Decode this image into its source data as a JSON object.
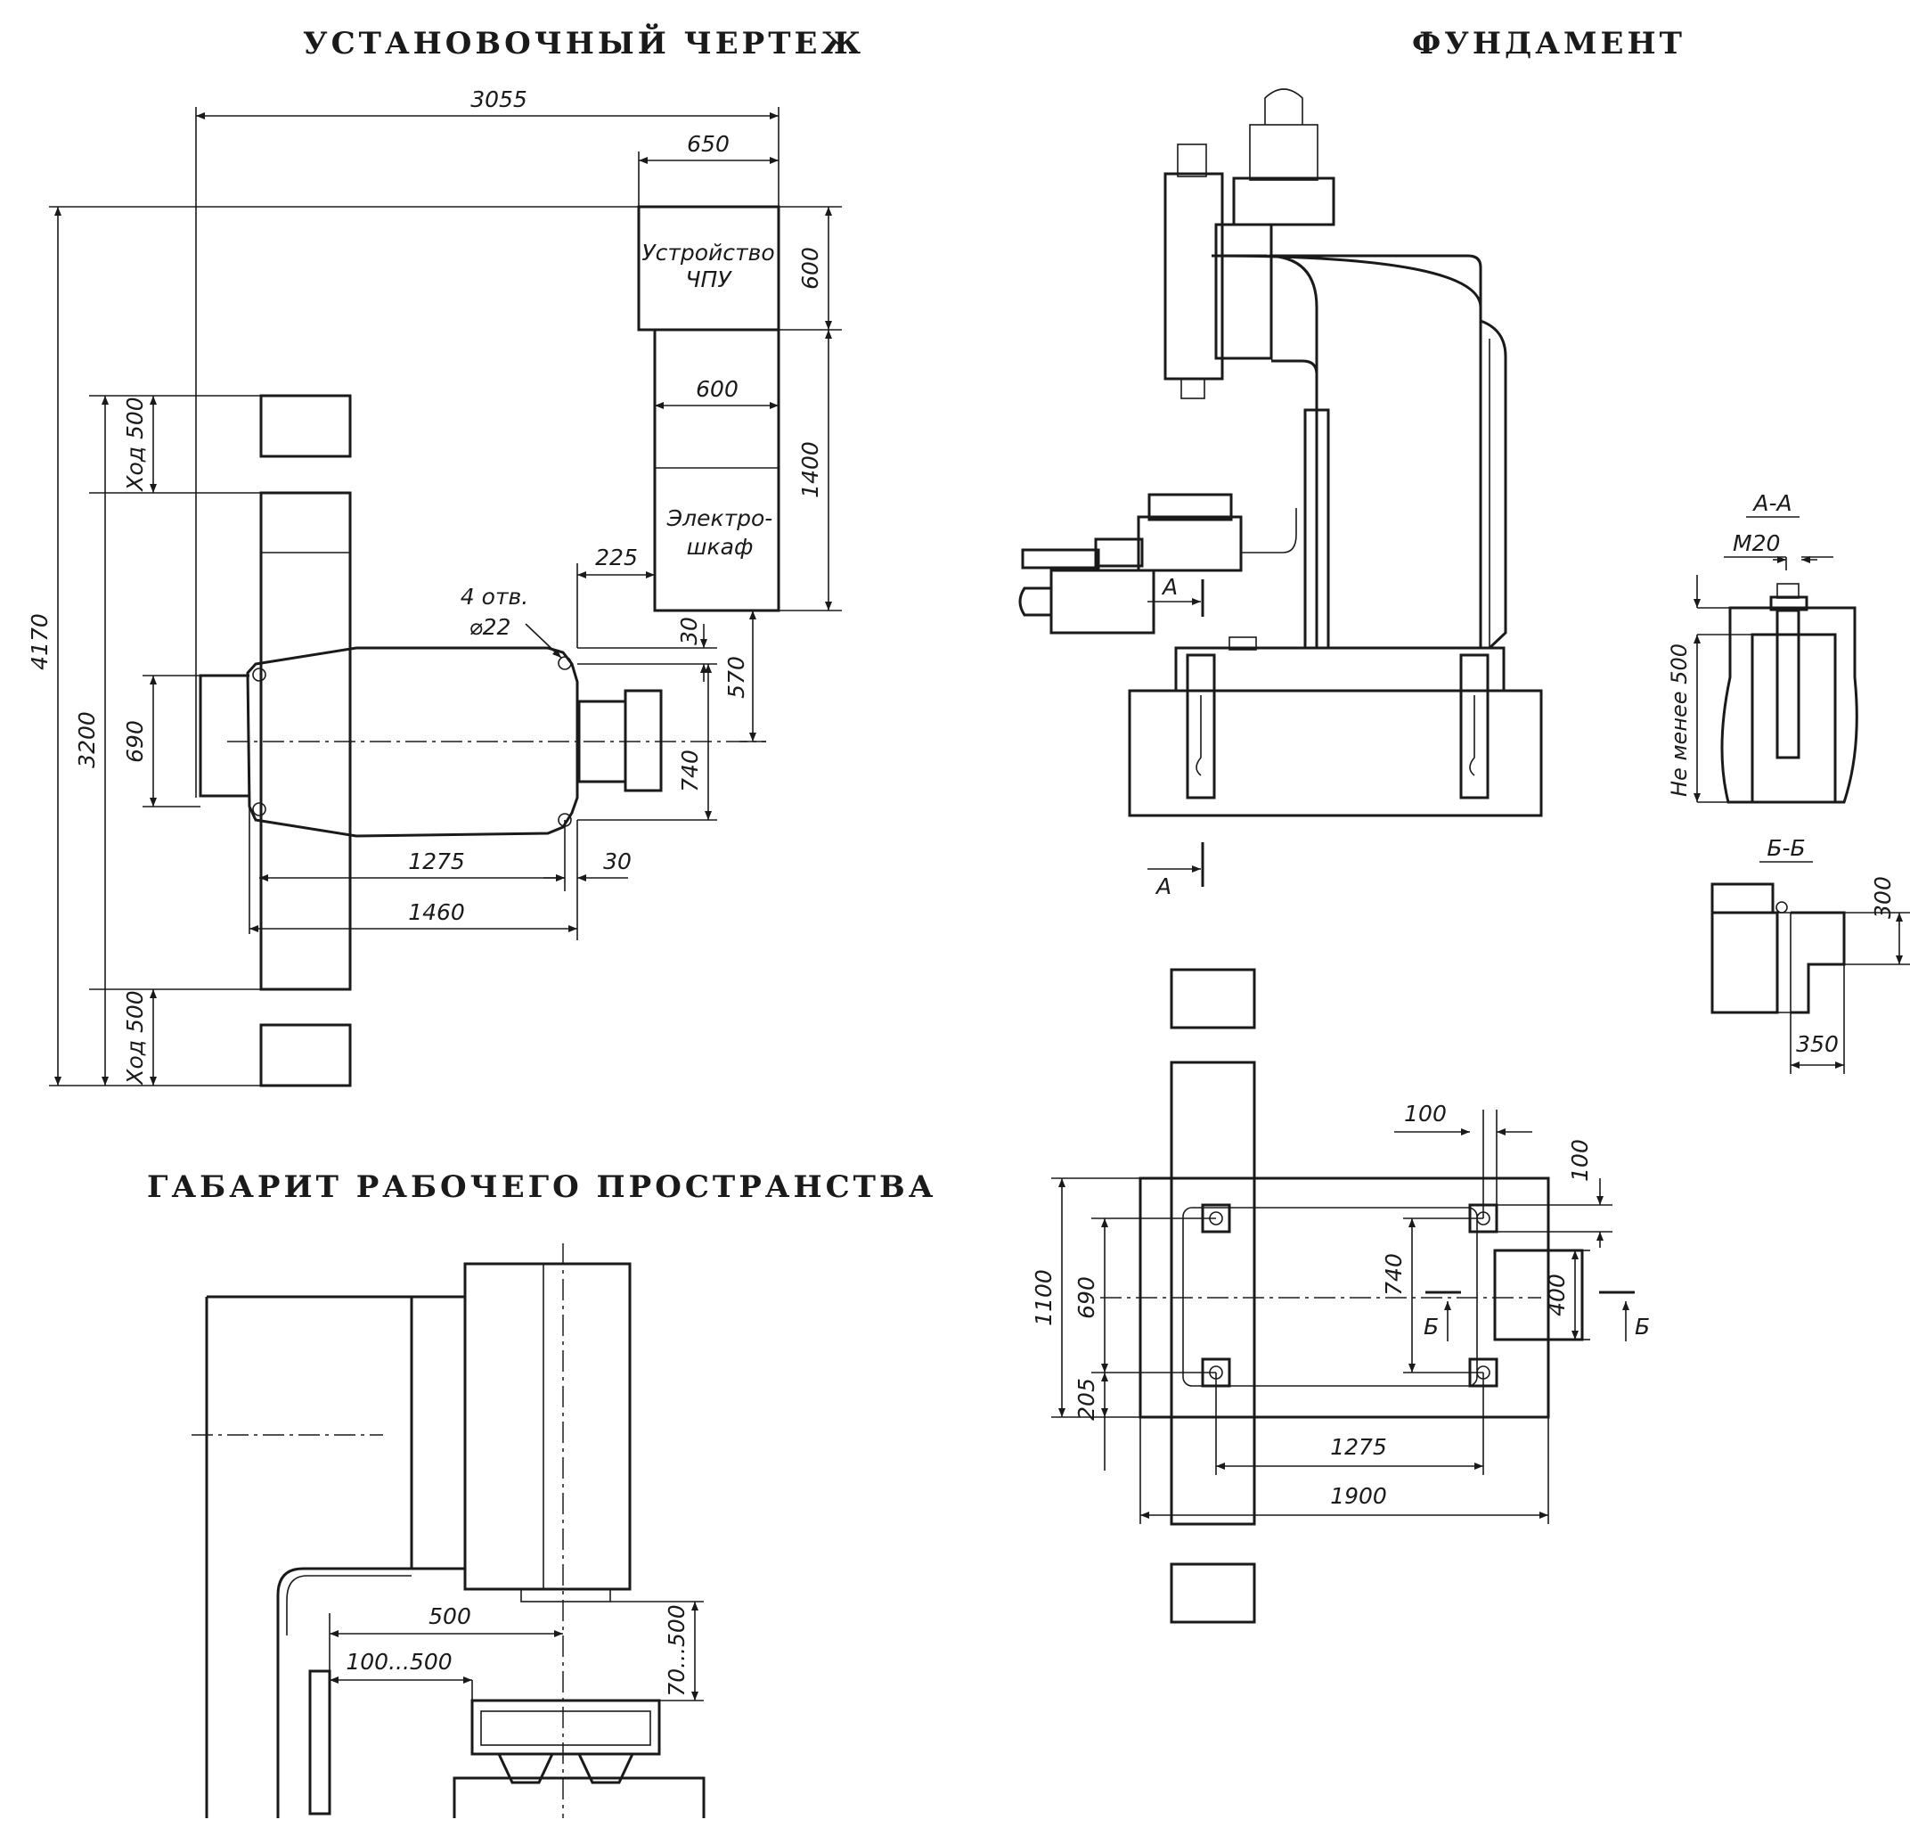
{
  "titles": {
    "installation": "УСТАНОВОЧНЫЙ ЧЕРТЕЖ",
    "foundation": "ФУНДАМЕНТ",
    "workspace": "ГАБАРИТ РАБОЧЕГО ПРОСТРАНСТВА"
  },
  "installation": {
    "cnc_label_1": "Устройство",
    "cnc_label_2": "ЧПУ",
    "cabinet_label_1": "Электро-",
    "cabinet_label_2": "шкаф",
    "holes_label_1": "4 отв.",
    "holes_label_2": "⌀22",
    "dims": {
      "overall_width": "3055",
      "cnc_width": "650",
      "cnc_height": "600",
      "cabinet_width": "600",
      "cabinet_height": "1400",
      "offset_225": "225",
      "gap_30_top": "30",
      "offset_570": "570",
      "hole_span_740": "740",
      "base_690": "690",
      "hole_spacing_1275": "1275",
      "gap_30_bottom": "30",
      "base_length_1460": "1460",
      "overall_height": "4170",
      "travel_span": "3200",
      "travel_top": "Ход 500",
      "travel_bottom": "Ход 500"
    }
  },
  "foundation": {
    "section_AA": "А-А",
    "section_BB": "Б-Б",
    "bolt": "М20",
    "depth_min": "Не менее 500",
    "marker_A": "А",
    "marker_B": "Б",
    "dims": {
      "pocket_300": "300",
      "pocket_350": "350",
      "hole_offset_x": "100",
      "hole_offset_y": "100",
      "width_1100": "1100",
      "holes_690": "690",
      "edge_205": "205",
      "holes_740": "740",
      "pad_400": "400",
      "holes_1275": "1275",
      "length_1900": "1900"
    }
  },
  "workspace": {
    "dims": {
      "reach_500": "500",
      "range_100_500": "100...500",
      "height_70_500": "70...500"
    }
  }
}
